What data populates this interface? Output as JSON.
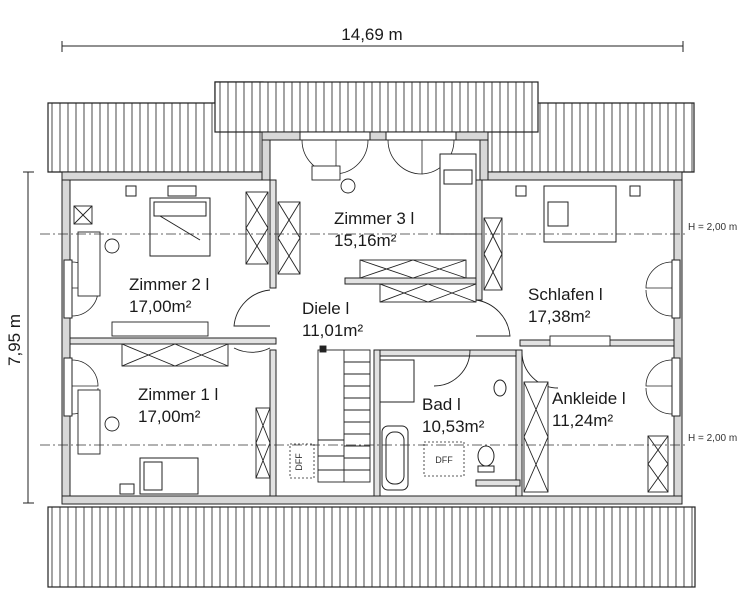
{
  "dimensions": {
    "width_label": "14,69 m",
    "depth_label": "7,95 m"
  },
  "height_marks": {
    "upper": "H = 2,00 m",
    "lower": "H = 2,00 m"
  },
  "rooms": [
    {
      "id": "zimmer3",
      "name": "Zimmer 3 l",
      "area": "15,16m²"
    },
    {
      "id": "zimmer2",
      "name": "Zimmer 2 l",
      "area": "17,00m²"
    },
    {
      "id": "diele",
      "name": "Diele l",
      "area": "11,01m²"
    },
    {
      "id": "schlafen",
      "name": "Schlafen l",
      "area": "17,38m²"
    },
    {
      "id": "zimmer1",
      "name": "Zimmer 1 l",
      "area": "17,00m²"
    },
    {
      "id": "bad",
      "name": "Bad l",
      "area": "10,53m²"
    },
    {
      "id": "ankleide",
      "name": "Ankleide l",
      "area": "11,24m²"
    }
  ],
  "dff_labels": [
    "DFF",
    "DFF"
  ]
}
